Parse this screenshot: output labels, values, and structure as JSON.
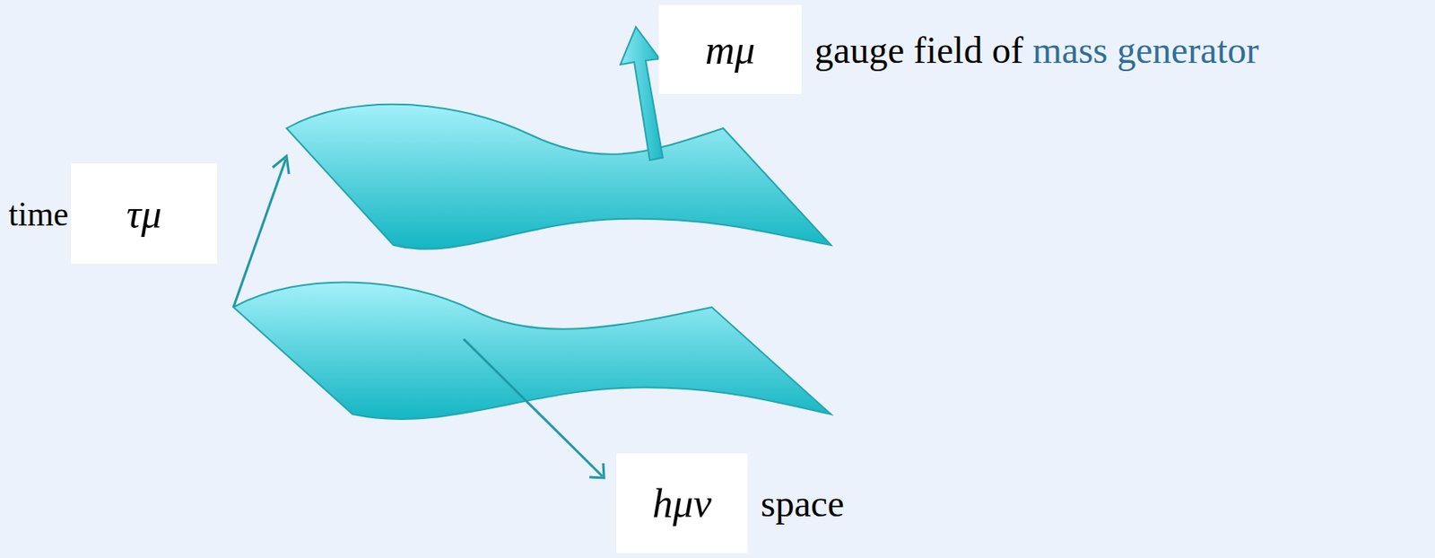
{
  "diagram": {
    "nodes": [
      {
        "text": [
          "time",
          "τμ"
        ]
      },
      {
        "text": [
          "mμ",
          "gauge field of",
          "mass generator"
        ]
      },
      {
        "text": [
          "hμν",
          "space"
        ]
      }
    ]
  }
}
